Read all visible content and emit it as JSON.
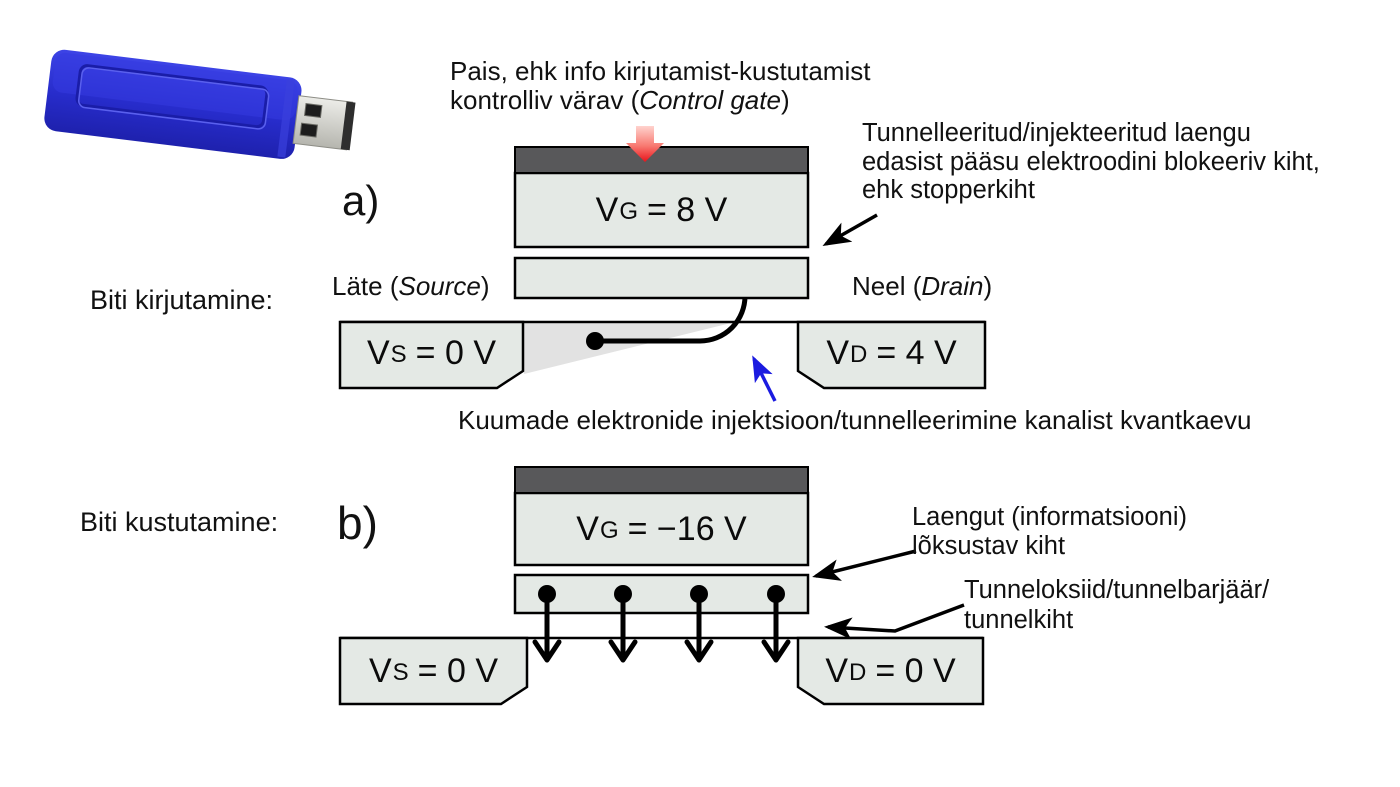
{
  "figure": {
    "language": "Estonian",
    "topic": "Flash memory cell: writing and erasing a bit"
  },
  "captions": {
    "control_gate": {
      "line1": "Pais, ehk info kirjutamist-kustutamist",
      "line2_pre": "kontrolliv värav (",
      "line2_italic": "Control gate",
      "line2_post": ")"
    },
    "stopper": {
      "line1": "Tunnelleeritud/injekteeritud laengu",
      "line2": "edasist pääsu elektroodini blokeeriv kiht,",
      "line3": "ehk stopperkiht"
    },
    "injection": "Kuumade elektronide injektsioon/tunnelleerimine kanalist kvantkaevu",
    "trap_layer": {
      "line1": "Laengut (informatsiooni)",
      "line2": "lõksustav kiht"
    },
    "tunnel_layer": {
      "line1": "Tunneloksiid/tunnelbarjäär/",
      "line2": "tunnelkiht"
    }
  },
  "write": {
    "row_label": "Biti kirjutamine:",
    "fig_label": "a)",
    "source_label": {
      "pre": "Läte (",
      "it": "Source",
      "post": ")"
    },
    "drain_label": {
      "pre": "Neel (",
      "it": "Drain",
      "post": ")"
    },
    "gate_v": {
      "sym": "V",
      "sub": "G",
      "eq": "= 8 V"
    },
    "source_v": {
      "sym": "V",
      "sub": "S",
      "eq": "= 0 V"
    },
    "drain_v": {
      "sym": "V",
      "sub": "D",
      "eq": "= 4 V"
    }
  },
  "erase": {
    "row_label": "Biti kustutamine:",
    "fig_label": "b)",
    "gate_v": {
      "sym": "V",
      "sub": "G",
      "eq": "= −16 V"
    },
    "source_v": {
      "sym": "V",
      "sub": "S",
      "eq": "= 0 V"
    },
    "drain_v": {
      "sym": "V",
      "sub": "D",
      "eq": "= 0 V"
    }
  },
  "icons": {
    "usb_drive": "usb-flash-drive"
  },
  "colors": {
    "electrode_fill": "#e4e9e5",
    "control_gate_bar": "#58585a",
    "outline": "#000000",
    "channel_wedge": "#e2e2e2",
    "blue_arrow": "#1b1be0",
    "red_arrow_tip": "#e9131b",
    "usb_body_blue": "#2a2ccd",
    "usb_connector": "#d8d8d2"
  }
}
